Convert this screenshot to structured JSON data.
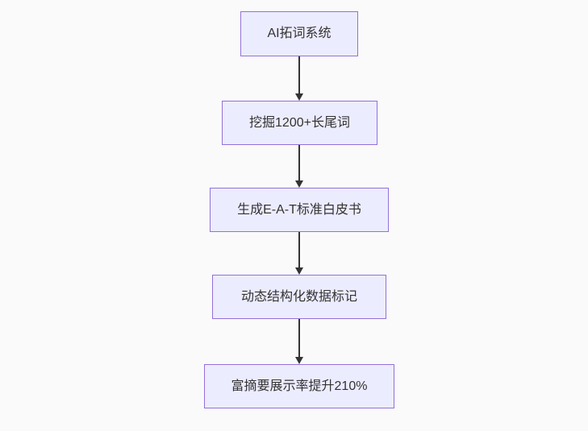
{
  "diagram": {
    "type": "flowchart",
    "direction": "top-down",
    "nodes": [
      {
        "id": "n1",
        "label": "AI拓词系统"
      },
      {
        "id": "n2",
        "label": "挖掘1200+长尾词"
      },
      {
        "id": "n3",
        "label": "生成E-A-T标准白皮书"
      },
      {
        "id": "n4",
        "label": "动态结构化数据标记"
      },
      {
        "id": "n5",
        "label": "富摘要展示率提升210%"
      }
    ],
    "edges": [
      {
        "from": "n1",
        "to": "n2"
      },
      {
        "from": "n2",
        "to": "n3"
      },
      {
        "from": "n3",
        "to": "n4"
      },
      {
        "from": "n4",
        "to": "n5"
      }
    ],
    "colors": {
      "node_fill": "#ECECFF",
      "node_border": "#9370DB",
      "node_text": "#333333",
      "edge_stroke": "#333333",
      "background": "#fafafa"
    }
  }
}
